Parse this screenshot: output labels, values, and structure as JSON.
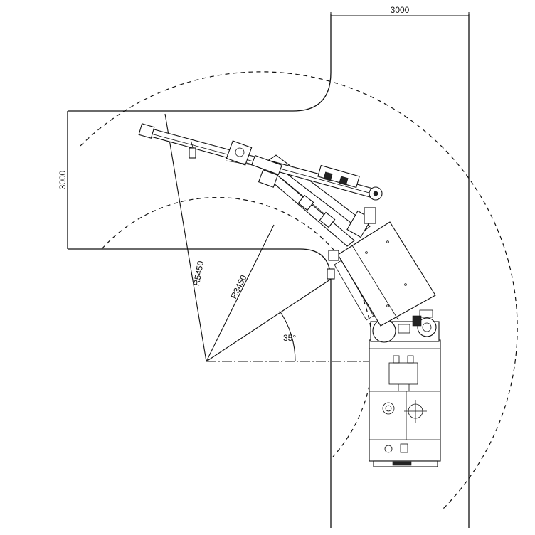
{
  "drawing": {
    "dim_top": "3000",
    "dim_left": "3000",
    "radius_outer": "R5450",
    "radius_inner": "R3450",
    "angle": "35°"
  }
}
